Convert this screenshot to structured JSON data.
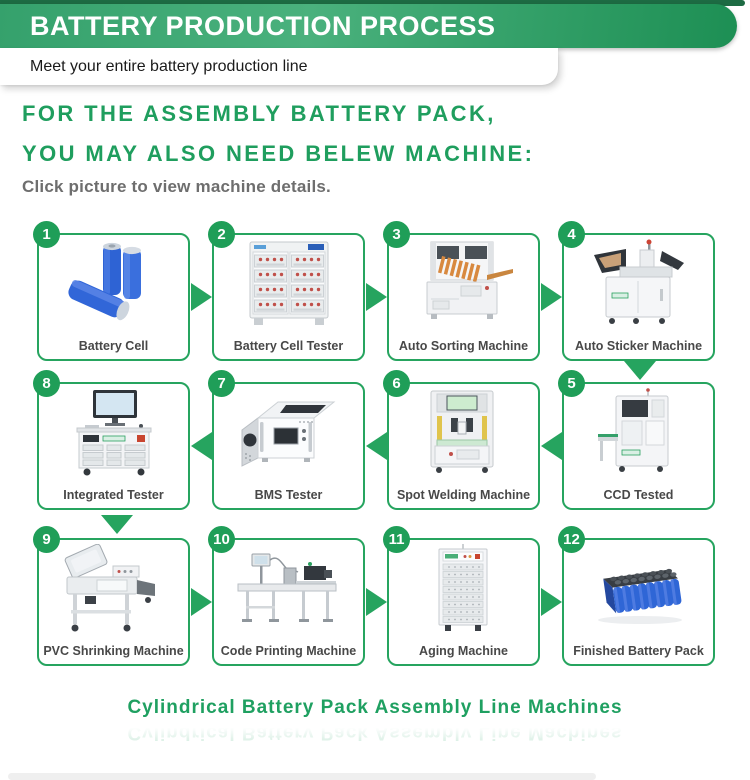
{
  "header": {
    "title": "BATTERY PRODUCTION PROCESS",
    "subtitle": "Meet your entire battery production line"
  },
  "intro": {
    "heading_line1": "FOR THE ASSEMBLY BATTERY PACK,",
    "heading_line2": "YOU MAY ALSO NEED BELEW MACHINE:",
    "instruction": "Click picture to view machine details."
  },
  "cards": [
    {
      "number": "1",
      "label": "Battery Cell"
    },
    {
      "number": "2",
      "label": "Battery Cell Tester"
    },
    {
      "number": "3",
      "label": "Auto Sorting Machine"
    },
    {
      "number": "4",
      "label": "Auto Sticker Machine"
    },
    {
      "number": "5",
      "label": "CCD Tested"
    },
    {
      "number": "6",
      "label": "Spot Welding Machine"
    },
    {
      "number": "7",
      "label": "BMS Tester"
    },
    {
      "number": "8",
      "label": "Integrated Tester"
    },
    {
      "number": "9",
      "label": "PVC Shrinking Machine"
    },
    {
      "number": "10",
      "label": "Code Printing Machine"
    },
    {
      "number": "11",
      "label": "Aging Machine"
    },
    {
      "number": "12",
      "label": "Finished Battery Pack"
    }
  ],
  "footer": {
    "caption": "Cylindrical Battery Pack Assembly Line Machines"
  },
  "colors": {
    "brand_green": "#26a45f",
    "badge_green": "#1f9e58",
    "heading_green": "#1f9e5e",
    "banner_gradient_start": "#35a16c",
    "banner_gradient_mid": "#4ab17d",
    "banner_gradient_end": "#1d8f54",
    "label_gray": "#484848",
    "battery_blue": "#2f66d6"
  }
}
